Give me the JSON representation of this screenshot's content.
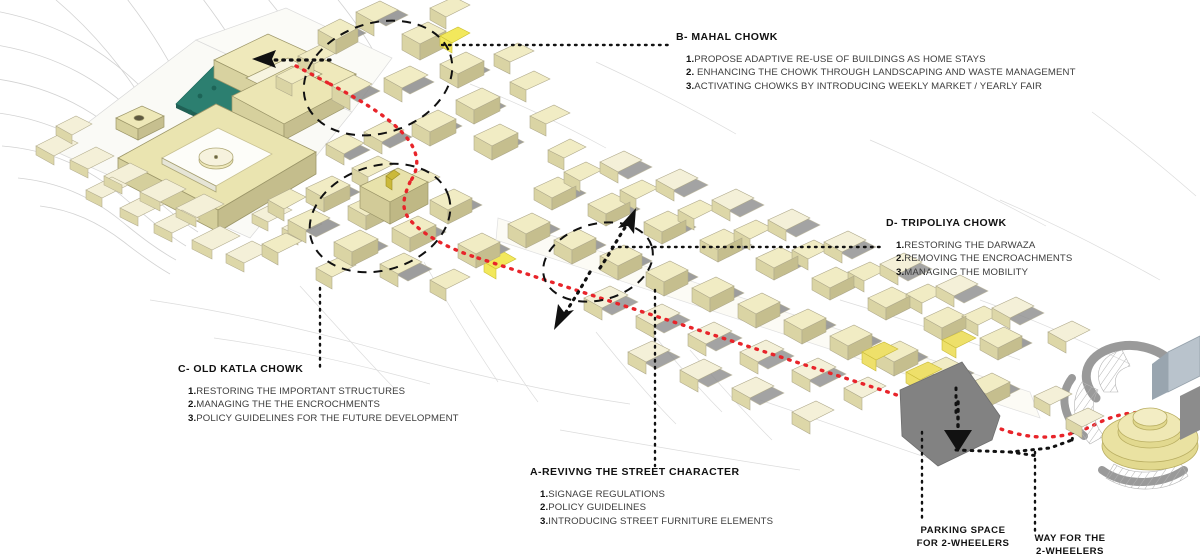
{
  "board": {
    "background": "#ffffff",
    "palette": {
      "building_top": "#efe9bb",
      "building_side": "#d8d2a0",
      "building_shadow": "#8a8a8a",
      "building_light": "#f7f4e0",
      "highlight_yellow": "#f2e85c",
      "garden_teal": "#2c7f70",
      "parking_grey": "#828282",
      "route_red": "#e8242a",
      "leader_black": "#111111",
      "contour_grey": "#cfcfcf",
      "outline_grey": "#b9b9b9",
      "monument_gold": "#e2d98f"
    }
  },
  "callouts": [
    {
      "id": "mahal-chowk",
      "title": "B- MAHAL CHOWK",
      "items": [
        {
          "num": "1.",
          "text": "PROPOSE ADAPTIVE RE-USE OF BUILDINGS AS HOME STAYS"
        },
        {
          "num": "2.",
          "text": " ENHANCING THE CHOWK THROUGH LANDSCAPING AND WASTE MANAGEMENT"
        },
        {
          "num": "3.",
          "text": "ACTIVATING CHOWKS BY INTRODUCING WEEKLY MARKET / YEARLY FAIR"
        }
      ]
    },
    {
      "id": "tripoliya-chowk",
      "title": "D- TRIPOLIYA CHOWK",
      "items": [
        {
          "num": "1.",
          "text": "RESTORING THE DARWAZA"
        },
        {
          "num": "2.",
          "text": "REMOVING THE ENCROACHMENTS"
        },
        {
          "num": "3.",
          "text": "MANAGING THE MOBILITY"
        }
      ]
    },
    {
      "id": "old-katla-chowk",
      "title": "C- OLD KATLA  CHOWK",
      "items": [
        {
          "num": "1.",
          "text": "RESTORING THE IMPORTANT STRUCTURES"
        },
        {
          "num": "2.",
          "text": "MANAGING THE THE ENCROCHMENTS"
        },
        {
          "num": "3.",
          "text": "POLICY GUIDELINES FOR THE FUTURE DEVELOPMENT"
        }
      ]
    },
    {
      "id": "street-character",
      "title": "A-REVIVNG THE STREET CHARACTER",
      "items": [
        {
          "num": "1.",
          "text": "SIGNAGE REGULATIONS"
        },
        {
          "num": "2.",
          "text": "POLICY GUIDELINES"
        },
        {
          "num": "3.",
          "text": "INTRODUCING STREET FURNITURE ELEMENTS"
        }
      ]
    }
  ],
  "minilabels": {
    "parking": {
      "line1": "PARKING SPACE",
      "line2": "FOR 2-WHEELERS"
    },
    "twowheeler_way": {
      "line1": "WAY FOR THE",
      "line2": "2-WHEELERS"
    }
  },
  "edge_note": "",
  "map_features": {
    "palace_complex": "city-palace-courtyard-block",
    "garden": "teal-formal-garden",
    "street_spine": "red-dotted-heritage-street-route",
    "chowk_markers": [
      "mahal-chowk-ellipse",
      "old-katla-chowk-ellipse",
      "tripoliya-chowk-ellipse"
    ],
    "arrows": [
      "palace-entry-arrow-west",
      "mobility-arrow-north",
      "mobility-arrow-south",
      "parking-entry-arrow"
    ],
    "parking_block": "2-wheeler-parking-footprint",
    "roundabout": "circular-monument-roundabout"
  }
}
